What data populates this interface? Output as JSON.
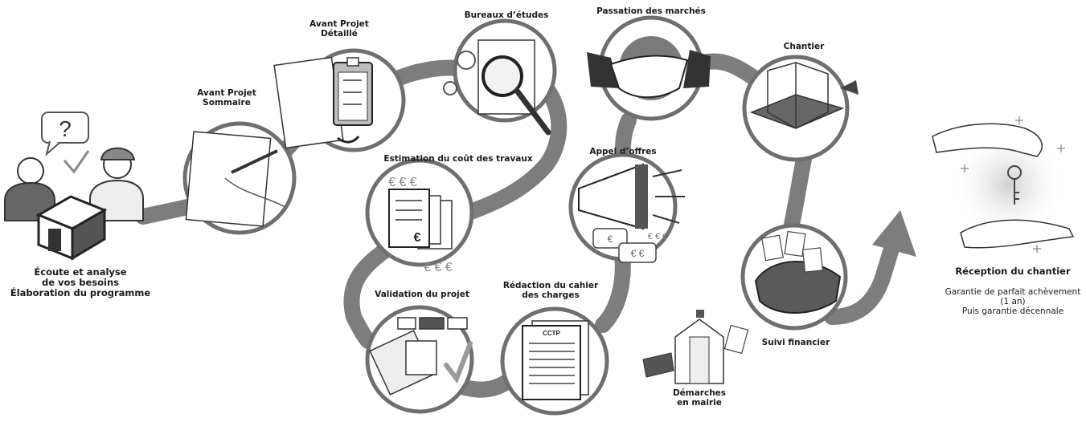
{
  "steps": {
    "ecoute": "Écoute et analyse\nde vos besoins\nÉlaboration du programme",
    "aps": "Avant Projet\nSommaire",
    "apd": "Avant Projet\nDétaillé",
    "bureaux": "Bureaux d’études",
    "estimation": "Estimation du coût des travaux",
    "validation": "Validation du projet",
    "redaction": "Rédaction du cahier\ndes charges",
    "appel": "Appel d’offres",
    "passation": "Passation des marchés",
    "chantier": "Chantier",
    "suivi": "Suivi financier",
    "demarches": "Démarches\nen mairie",
    "reception": "Réception du chantier",
    "garantie": "Garantie de parfait achèvement\n(1 an)\nPuis garantie décennale"
  },
  "icon_text": {
    "question": "?",
    "cctp": "CCTP",
    "euro": "€",
    "euro_triple": "€ € €",
    "euro_double": "€ €",
    "euro_single": "€"
  },
  "colors": {
    "path": "#7d7d7d",
    "ring": "#6f6f6f",
    "ink": "#1a1a1a",
    "fill_dark": "#5a5a5a",
    "fill_light": "#d9d9d9"
  }
}
